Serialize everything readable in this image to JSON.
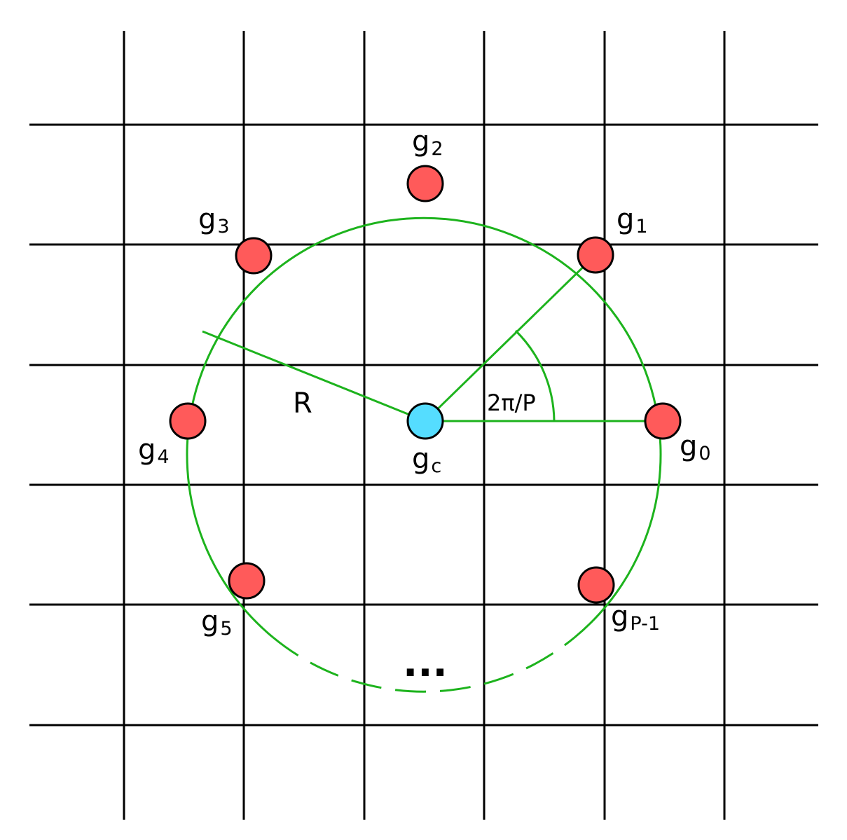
{
  "colors": {
    "grid": "#000000",
    "circle": "#1db31d",
    "neighbor_fill": "#ff5a5a",
    "center_fill": "#55ddff",
    "outline": "#000000"
  },
  "labels": {
    "radius": "R",
    "angle": "2π/P",
    "ellipsis": "..."
  },
  "center": {
    "base": "g",
    "sub": "c"
  },
  "neighbors": [
    {
      "base": "g",
      "sub": "0"
    },
    {
      "base": "g",
      "sub": "1"
    },
    {
      "base": "g",
      "sub": "2"
    },
    {
      "base": "g",
      "sub": "3"
    },
    {
      "base": "g",
      "sub": "4"
    },
    {
      "base": "g",
      "sub": "5"
    },
    {
      "base": "g",
      "sub": "P-1"
    }
  ]
}
